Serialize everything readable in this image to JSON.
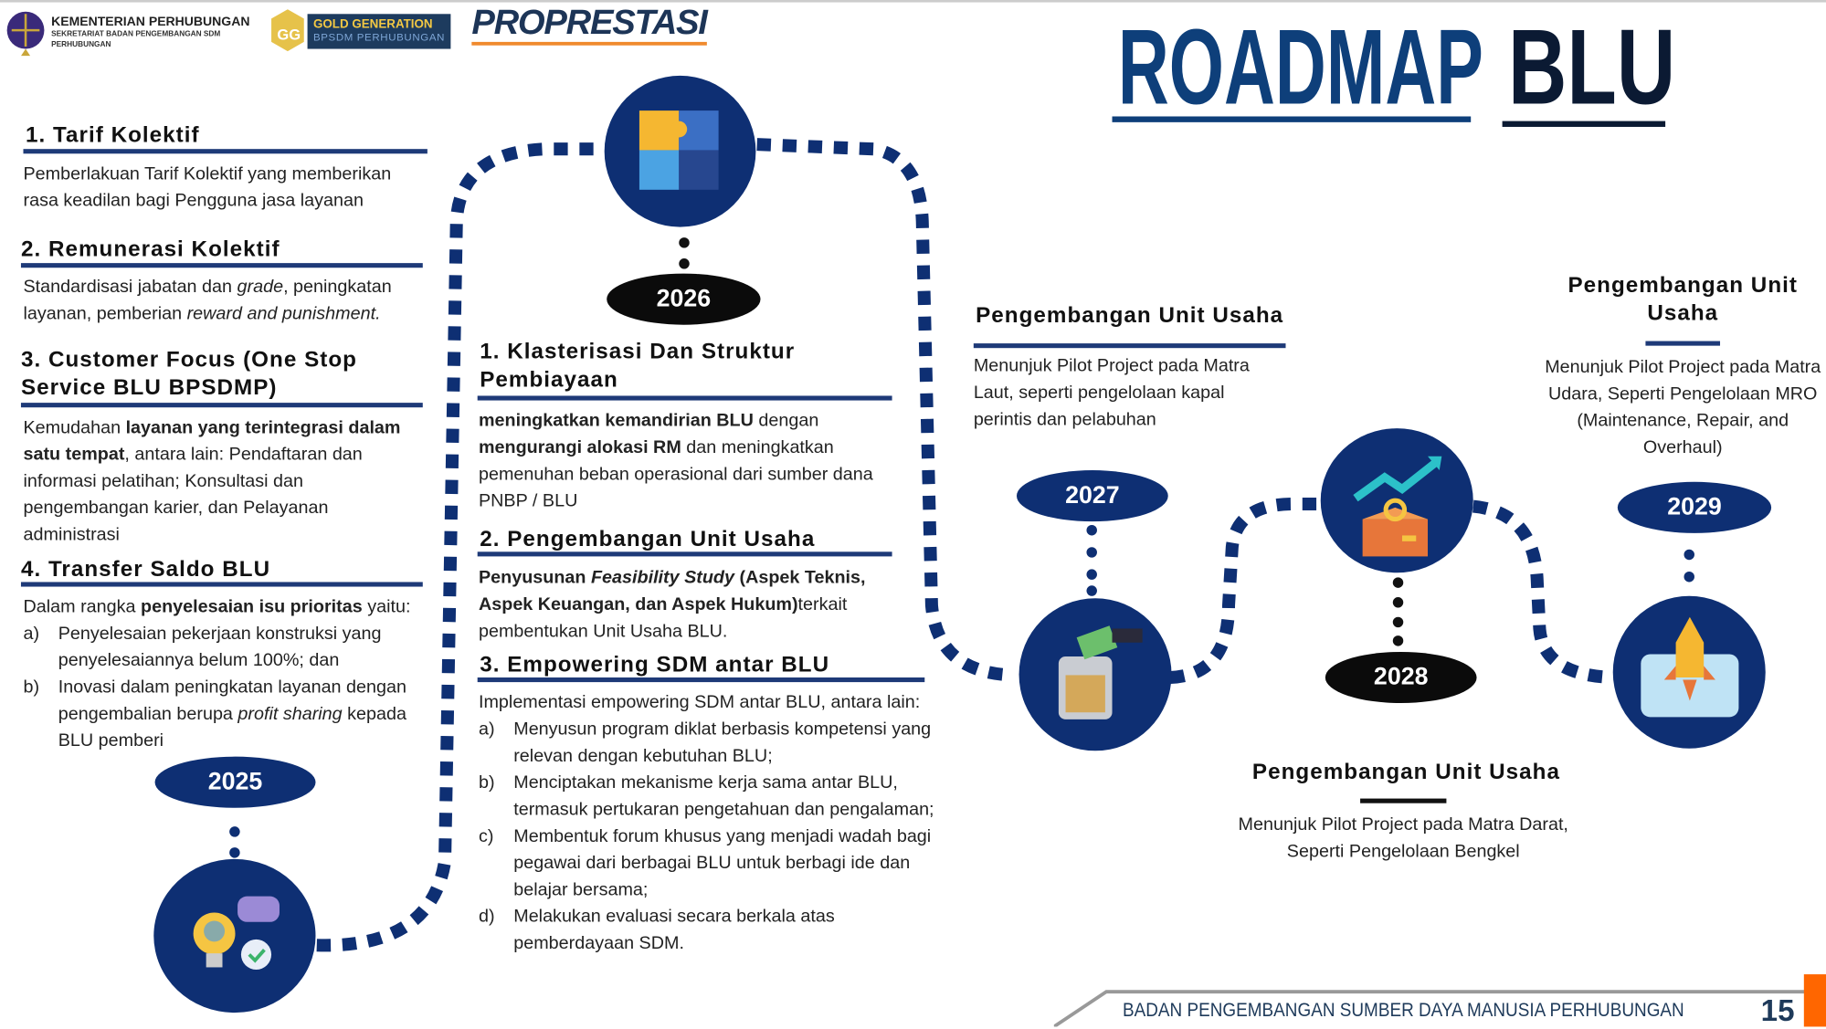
{
  "header": {
    "logo1_title": "KEMENTERIAN PERHUBUNGAN",
    "logo1_sub": "SEKRETARIAT BADAN PENGEMBANGAN SDM PERHUBUNGAN",
    "logo2_title": "GOLD GENERATION",
    "logo2_sub": "BPSDM PERHUBUNGAN",
    "logo3": "PROPRESTASI",
    "title_part1": "ROADMAP",
    "title_part2": "BLU"
  },
  "y2025": {
    "year": "2025",
    "items": [
      {
        "title": "1. Tarif Kolektif",
        "text": "Pemberlakuan Tarif Kolektif yang memberikan rasa keadilan bagi Pengguna jasa layanan"
      },
      {
        "title": "2. Remunerasi Kolektif",
        "t1": "Standardisasi jabatan dan ",
        "t2": "grade",
        "t3": ", peningkatan layanan, pemberian ",
        "t4": "reward and punishment."
      },
      {
        "title": "3. Customer Focus (One Stop Service BLU BPSDMP)",
        "t1": "Kemudahan ",
        "t2": "layanan yang terintegrasi dalam satu tempat",
        "t3": ", antara lain: Pendaftaran dan informasi pelatihan; Konsultasi dan pengembangan karier, dan Pelayanan administrasi"
      },
      {
        "title": "4. Transfer Saldo BLU",
        "t1": "Dalam rangka ",
        "t2": "penyelesaian isu prioritas",
        "t3": " yaitu:",
        "a_mark": "a)",
        "a": "Penyelesaian pekerjaan konstruksi yang penyelesaiannya belum 100%; dan",
        "b_mark": "b)",
        "b1": "Inovasi dalam peningkatan layanan dengan pengembalian berupa ",
        "b2": "profit sharing",
        "b3": " kepada BLU pemberi"
      }
    ]
  },
  "y2026": {
    "year": "2026",
    "s1": {
      "title": "1. Klasterisasi Dan Struktur Pembiayaan",
      "t1": "meningkatkan kemandirian  BLU",
      "t2": " dengan ",
      "t3": "mengurangi alokasi RM",
      "t4": " dan meningkatkan pemenuhan  beban operasional dari sumber dana PNBP / BLU"
    },
    "s2": {
      "title": "2. Pengembangan Unit Usaha",
      "t1": "Penyusunan ",
      "t2": "Feasibility Study",
      "t3": " (Aspek Teknis, Aspek Keuangan, dan Aspek Hukum)",
      "t4": "terkait pembentukan Unit Usaha BLU."
    },
    "s3": {
      "title": "3. Empowering SDM antar BLU",
      "intro": "Implementasi empowering SDM antar BLU, antara lain:",
      "items": [
        {
          "mark": "a)",
          "text": "Menyusun program diklat berbasis kompetensi yang relevan dengan kebutuhan BLU;"
        },
        {
          "mark": "b)",
          "text": "Menciptakan mekanisme kerja sama antar BLU, termasuk pertukaran pengetahuan dan pengalaman;"
        },
        {
          "mark": "c)",
          "text": "Membentuk forum khusus yang menjadi wadah bagi pegawai dari berbagai BLU untuk berbagi ide dan belajar bersama;"
        },
        {
          "mark": "d)",
          "text": "Melakukan evaluasi secara berkala atas pemberdayaan SDM."
        }
      ]
    }
  },
  "y2027": {
    "year": "2027",
    "title": "Pengembangan Unit Usaha",
    "text": "Menunjuk Pilot Project pada Matra Laut, seperti pengelolaan kapal perintis dan pelabuhan"
  },
  "y2028": {
    "year": "2028",
    "title": "Pengembangan Unit Usaha",
    "text": "Menunjuk Pilot Project pada Matra Darat, Seperti Pengelolaan Bengkel"
  },
  "y2029": {
    "year": "2029",
    "title": "Pengembangan Unit Usaha",
    "text": "Menunjuk Pilot Project pada Matra Udara, Seperti Pengelolaan MRO (Maintenance, Repair, and Overhaul)"
  },
  "footer": {
    "org": "BADAN PENGEMBANGAN SUMBER DAYA MANUSIA PERHUBUNGAN",
    "page": "15"
  },
  "colors": {
    "navy": "#0e2f73",
    "accent": "#ff6600"
  }
}
